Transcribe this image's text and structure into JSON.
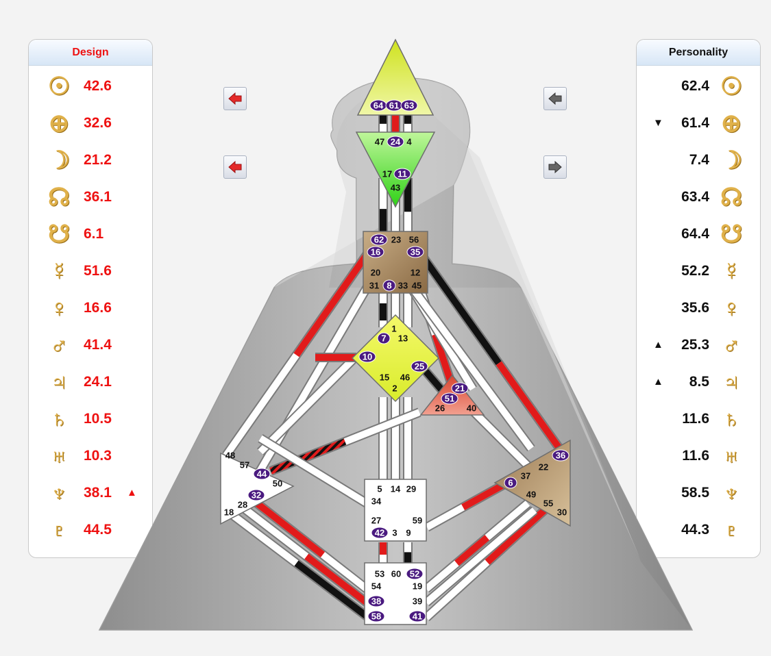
{
  "design": {
    "title": "Design",
    "rows": [
      {
        "planet": "sun-icon",
        "glyph": "☉",
        "value": "42.6"
      },
      {
        "planet": "earth-icon",
        "glyph": "⊕",
        "value": "32.6"
      },
      {
        "planet": "moon-icon",
        "glyph": "☽",
        "value": "21.2"
      },
      {
        "planet": "north-node-icon",
        "glyph": "☊",
        "value": "36.1"
      },
      {
        "planet": "south-node-icon",
        "glyph": "☋",
        "value": "6.1"
      },
      {
        "planet": "mercury-icon",
        "glyph": "☿",
        "value": "51.6"
      },
      {
        "planet": "venus-icon",
        "glyph": "♀",
        "value": "16.6"
      },
      {
        "planet": "mars-icon",
        "glyph": "♂",
        "value": "41.4"
      },
      {
        "planet": "jupiter-icon",
        "glyph": "♃",
        "value": "24.1"
      },
      {
        "planet": "saturn-icon",
        "glyph": "♄",
        "value": "10.5"
      },
      {
        "planet": "uranus-icon",
        "glyph": "♅",
        "value": "10.3"
      },
      {
        "planet": "neptune-icon",
        "glyph": "♆",
        "value": "38.1",
        "marker": "▲"
      },
      {
        "planet": "pluto-icon",
        "glyph": "♇",
        "value": "44.5"
      }
    ]
  },
  "personality": {
    "title": "Personality",
    "rows": [
      {
        "planet": "sun-icon",
        "glyph": "☉",
        "value": "62.4"
      },
      {
        "planet": "earth-icon",
        "glyph": "⊕",
        "value": "61.4",
        "marker": "▼"
      },
      {
        "planet": "moon-icon",
        "glyph": "☽",
        "value": "7.4"
      },
      {
        "planet": "north-node-icon",
        "glyph": "☊",
        "value": "63.4"
      },
      {
        "planet": "south-node-icon",
        "glyph": "☋",
        "value": "64.4"
      },
      {
        "planet": "mercury-icon",
        "glyph": "☿",
        "value": "52.2"
      },
      {
        "planet": "venus-icon",
        "glyph": "♀",
        "value": "35.6"
      },
      {
        "planet": "mars-icon",
        "glyph": "♂",
        "value": "25.3",
        "marker": "▲"
      },
      {
        "planet": "jupiter-icon",
        "glyph": "♃",
        "value": "8.5",
        "marker": "▲"
      },
      {
        "planet": "saturn-icon",
        "glyph": "♄",
        "value": "11.6"
      },
      {
        "planet": "uranus-icon",
        "glyph": "♅",
        "value": "11.6"
      },
      {
        "planet": "neptune-icon",
        "glyph": "♆",
        "value": "58.5"
      },
      {
        "planet": "pluto-icon",
        "glyph": "♇",
        "value": "44.3"
      }
    ]
  },
  "colors": {
    "design": "#e11b1b",
    "personality": "#111111",
    "gold": "#e0b14a",
    "activeGate": "#4a1a80",
    "head": "#d8ea3c",
    "ajna": "#6fe24a",
    "throat": "#a98a63",
    "g": "#e4f03c",
    "heart": "#e06650",
    "spleen": "#ffffff",
    "sacral": "#ffffff",
    "root": "#ffffff",
    "solar": "#a98a63"
  },
  "buttons": [
    {
      "name": "design-prev-button",
      "icon": "arrow-left-icon"
    },
    {
      "name": "personality-prev-button",
      "icon": "arrow-left-icon"
    },
    {
      "name": "design-prev-button-2",
      "icon": "arrow-left-icon"
    },
    {
      "name": "personality-next-button",
      "icon": "arrow-right-icon"
    }
  ],
  "gates": [
    {
      "n": "64",
      "active": true
    },
    {
      "n": "61",
      "active": true
    },
    {
      "n": "63",
      "active": true
    },
    {
      "n": "47",
      "active": false
    },
    {
      "n": "24",
      "active": true
    },
    {
      "n": "4",
      "active": false
    },
    {
      "n": "17",
      "active": false
    },
    {
      "n": "11",
      "active": true
    },
    {
      "n": "43",
      "active": false
    },
    {
      "n": "62",
      "active": true
    },
    {
      "n": "23",
      "active": false
    },
    {
      "n": "56",
      "active": false
    },
    {
      "n": "16",
      "active": true
    },
    {
      "n": "35",
      "active": true
    },
    {
      "n": "20",
      "active": false
    },
    {
      "n": "12",
      "active": false
    },
    {
      "n": "31",
      "active": false
    },
    {
      "n": "8",
      "active": true
    },
    {
      "n": "33",
      "active": false
    },
    {
      "n": "45",
      "active": false
    },
    {
      "n": "1",
      "active": false
    },
    {
      "n": "7",
      "active": true
    },
    {
      "n": "13",
      "active": false
    },
    {
      "n": "10",
      "active": true
    },
    {
      "n": "25",
      "active": true
    },
    {
      "n": "15",
      "active": false
    },
    {
      "n": "46",
      "active": false
    },
    {
      "n": "2",
      "active": false
    },
    {
      "n": "21",
      "active": true
    },
    {
      "n": "51",
      "active": true
    },
    {
      "n": "26",
      "active": false
    },
    {
      "n": "40",
      "active": false
    },
    {
      "n": "48",
      "active": false
    },
    {
      "n": "57",
      "active": false
    },
    {
      "n": "44",
      "active": true
    },
    {
      "n": "50",
      "active": false
    },
    {
      "n": "32",
      "active": true
    },
    {
      "n": "28",
      "active": false
    },
    {
      "n": "18",
      "active": false
    },
    {
      "n": "5",
      "active": false
    },
    {
      "n": "14",
      "active": false
    },
    {
      "n": "29",
      "active": false
    },
    {
      "n": "34",
      "active": false
    },
    {
      "n": "27",
      "active": false
    },
    {
      "n": "59",
      "active": false
    },
    {
      "n": "42",
      "active": true
    },
    {
      "n": "3",
      "active": false
    },
    {
      "n": "9",
      "active": false
    },
    {
      "n": "36",
      "active": true
    },
    {
      "n": "22",
      "active": false
    },
    {
      "n": "6",
      "active": true
    },
    {
      "n": "37",
      "active": false
    },
    {
      "n": "49",
      "active": false
    },
    {
      "n": "55",
      "active": false
    },
    {
      "n": "30",
      "active": false
    },
    {
      "n": "53",
      "active": false
    },
    {
      "n": "60",
      "active": false
    },
    {
      "n": "52",
      "active": true
    },
    {
      "n": "54",
      "active": false
    },
    {
      "n": "19",
      "active": false
    },
    {
      "n": "38",
      "active": true
    },
    {
      "n": "39",
      "active": false
    },
    {
      "n": "58",
      "active": true
    },
    {
      "n": "41",
      "active": true
    }
  ]
}
